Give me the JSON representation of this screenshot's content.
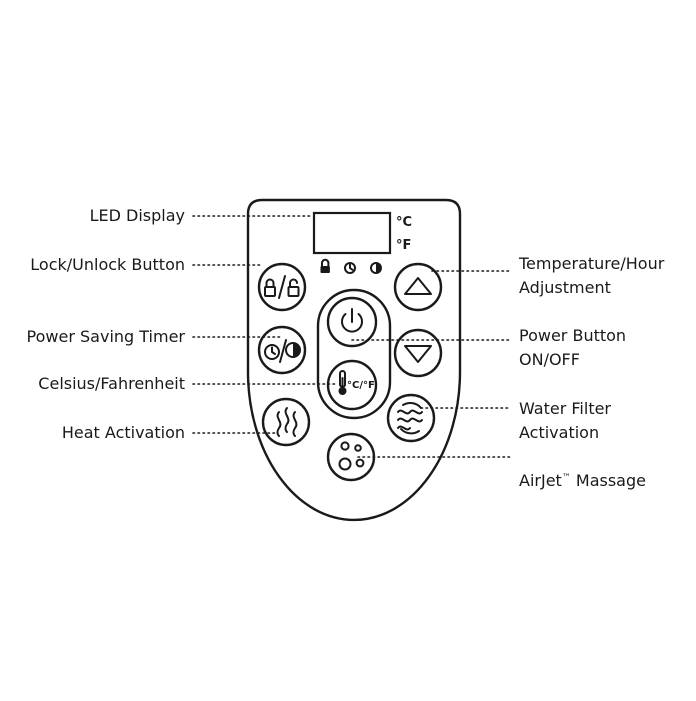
{
  "labels": {
    "led_display": "LED Display",
    "lock_unlock": "Lock/Unlock Button",
    "power_saving": "Power Saving Timer",
    "celsius_fahrenheit": "Celsius/Fahrenheit",
    "heat_activation": "Heat Activation",
    "temp_hour_line1": "Temperature/Hour",
    "temp_hour_line2": "Adjustment",
    "power_line1": "Power Button",
    "power_line2": "ON/OFF",
    "water_filter_line1": "Water Filter",
    "water_filter_line2": "Activation",
    "airjet_name": "AirJet",
    "airjet_tm": "™",
    "airjet_rest": " Massage"
  },
  "display": {
    "unit_c": "°C",
    "unit_f": "°F"
  },
  "buttons": {
    "cf_text": "°C/°F"
  }
}
